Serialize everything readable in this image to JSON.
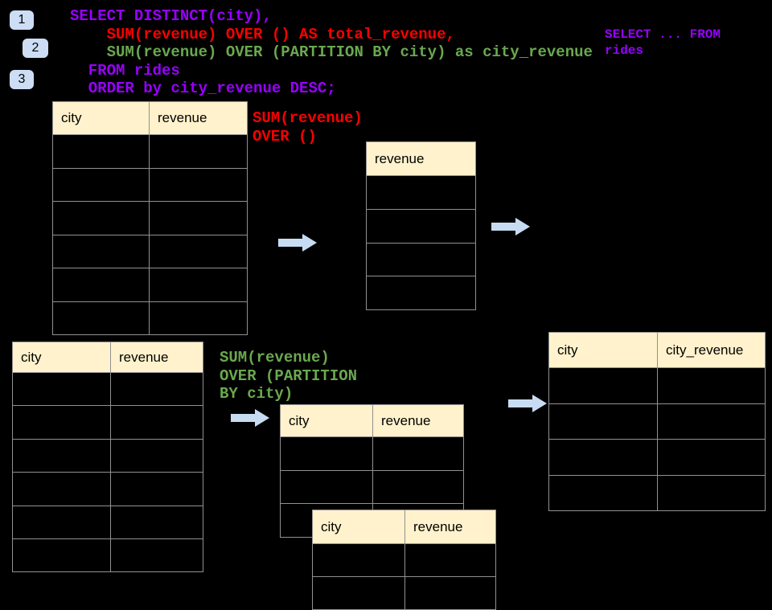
{
  "colors": {
    "background": "#000000",
    "purple": "#9900ff",
    "red": "#fb0000",
    "green": "#6aa84f",
    "table_header_fill": "#fff2cc",
    "table_border": "#919191",
    "arrow_fill": "#c7dcf2",
    "badge_fill": "#cdddf4"
  },
  "badges": [
    {
      "label": "1"
    },
    {
      "label": "2"
    },
    {
      "label": "3"
    }
  ],
  "sql_query": {
    "lines": [
      {
        "text": "SELECT DISTINCT(city),",
        "color": "purple"
      },
      {
        "text": "    SUM(revenue) OVER () AS total_revenue,",
        "color": "red"
      },
      {
        "text": "    SUM(revenue) OVER (PARTITION BY city) as city_revenue",
        "color": "green"
      },
      {
        "text": "  FROM rides",
        "color": "purple"
      },
      {
        "text": "  ORDER by city_revenue DESC;",
        "color": "purple"
      }
    ]
  },
  "side_snippet": {
    "lines": [
      {
        "text": "SELECT ... FROM",
        "color": "purple"
      },
      {
        "text": "rides",
        "color": "purple"
      }
    ]
  },
  "annotation_total": {
    "lines": [
      {
        "text": "SUM(revenue)",
        "color": "red"
      },
      {
        "text": "OVER ()",
        "color": "red"
      }
    ]
  },
  "annotation_partition": {
    "lines": [
      {
        "text": "SUM(revenue)",
        "color": "green"
      },
      {
        "text": "OVER (PARTITION",
        "color": "green"
      },
      {
        "text": "BY city)",
        "color": "green"
      }
    ]
  },
  "tables": [
    {
      "columns": [
        "city",
        "revenue"
      ],
      "empty_rows": 6
    },
    {
      "columns": [
        "revenue"
      ],
      "empty_rows": 4
    },
    {
      "columns": [
        "city",
        "revenue"
      ],
      "empty_rows": 6
    },
    {
      "columns": [
        "city",
        "revenue"
      ],
      "empty_rows": 3
    },
    {
      "columns": [
        "city",
        "revenue"
      ],
      "empty_rows": 2
    },
    {
      "columns": [
        "city",
        "city_revenue"
      ],
      "empty_rows": 4
    }
  ]
}
